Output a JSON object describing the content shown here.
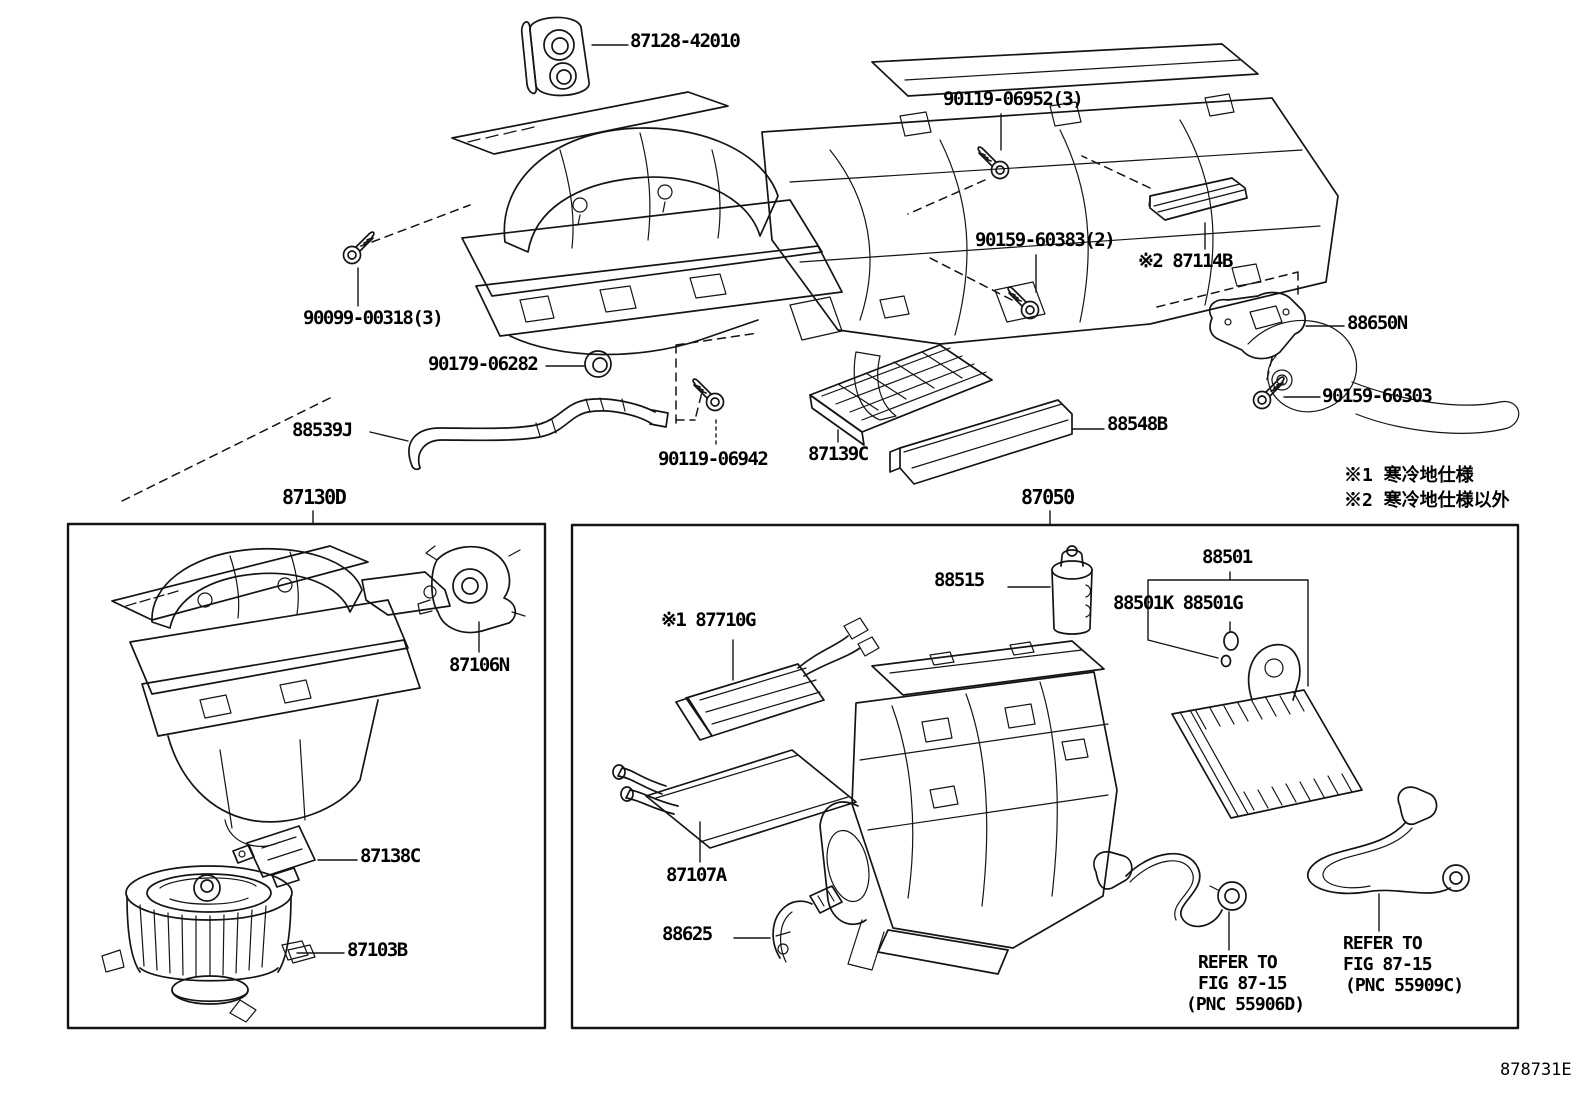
{
  "diagram_code": "878731E",
  "notes": {
    "n1": "※1 寒冷地仕様",
    "n2": "※2 寒冷地仕様以外"
  },
  "assemblies": {
    "left_box": "87130D",
    "right_box": "87050"
  },
  "parts": {
    "grommet_cowl": "87128-42010",
    "screw_06952": "90119-06952(3)",
    "screw_00318": "90099-00318(3)",
    "grommet_06282": "90179-06282",
    "hose": "88539J",
    "screw_06942": "90119-06942",
    "filter": "87139C",
    "filter_case": "88548B",
    "screw_60383": "90159-60383(2)",
    "duct_strip": "※2 87114B",
    "amplifier": "88650N",
    "screw_60303": "90159-60303",
    "servo": "87106N",
    "resistor": "87138C",
    "blower": "87103B",
    "ptc_heater": "※1 87710G",
    "heater_core": "87107A",
    "thermistor_bracket": "88625",
    "exp_valve": "88515",
    "evaporator": "88501",
    "orings": "88501K 88501G"
  },
  "references": {
    "ref1": {
      "l1": "REFER TO",
      "l2": "FIG 87-15",
      "l3": "(PNC 55906D)"
    },
    "ref2": {
      "l1": "REFER TO",
      "l2": "FIG 87-15",
      "l3": "(PNC 55909C)"
    }
  }
}
